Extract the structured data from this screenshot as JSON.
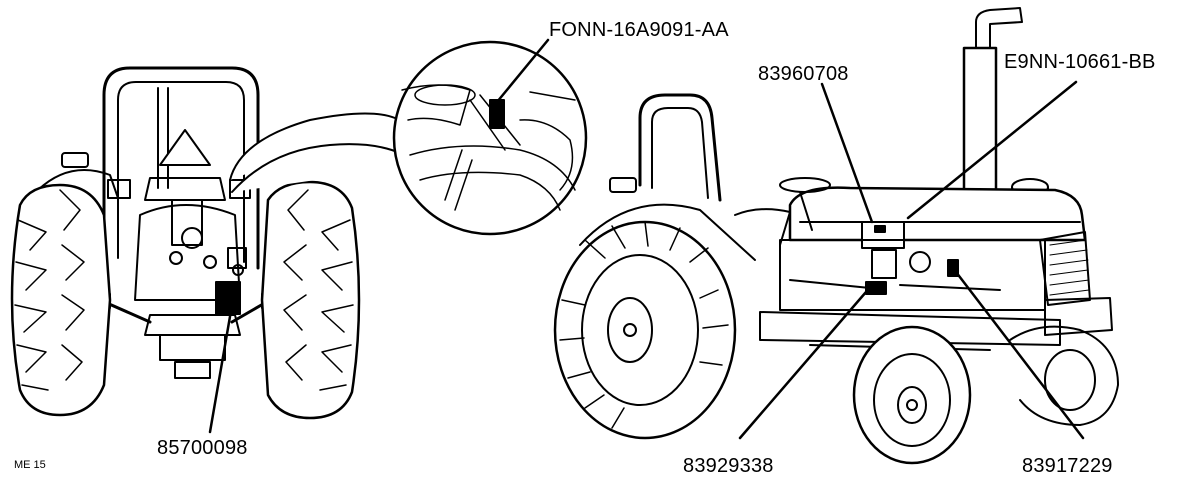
{
  "part_labels": {
    "cab_decal": "FONN-16A9091-AA",
    "rear_decal": "85700098",
    "hood_decal_left": "83960708",
    "hood_decal_right": "E9NN-10661-BB",
    "side_decal_lower": "83929338",
    "side_decal_right": "83917229"
  },
  "figure_code": "ME 15"
}
